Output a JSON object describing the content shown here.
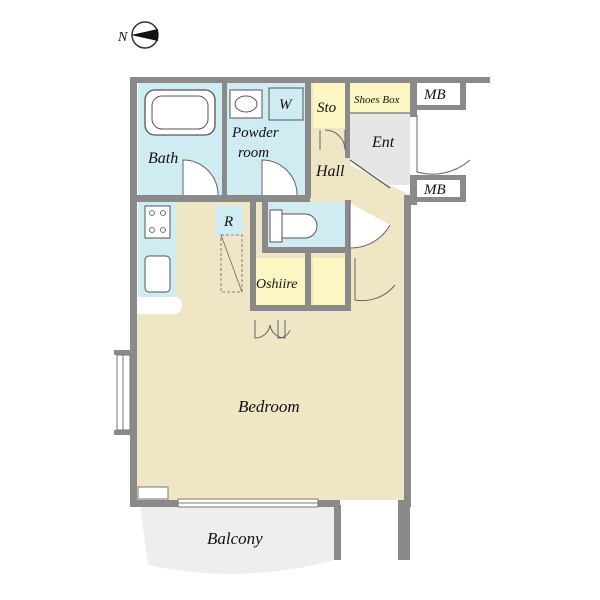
{
  "compass": {
    "letter": "N"
  },
  "rooms": {
    "bath": "Bath",
    "powder_line1": "Powder",
    "powder_line2": "room",
    "washer": "W",
    "storage": "Sto",
    "shoes_box": "Shoes Box",
    "meter_box_top": "MB",
    "meter_box_bottom": "MB",
    "entrance": "Ent",
    "hall": "Hall",
    "refrigerator": "R",
    "oshiire": "Oshiire",
    "bedroom": "Bedroom",
    "balcony": "Balcony"
  },
  "colors": {
    "wall": "#8a8a8a",
    "wet_area": "#cfecf2",
    "living": "#efe6c6",
    "entrance": "#e6e6e6",
    "shoes_box": "#fbf6c2",
    "balcony": "#eeeeee",
    "outline": "#444444"
  }
}
